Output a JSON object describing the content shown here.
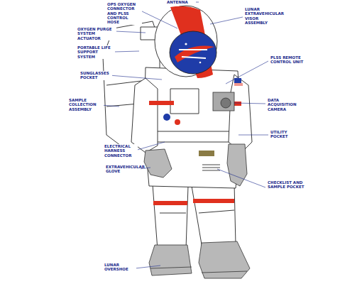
{
  "diagram": {
    "labels": [
      "ANTENNA",
      "OPS OXYGEN CONNECTOR AND PLSS CONTROL HOSE",
      "OXYGEN PURGE SYSTEM ACTUATOR",
      "PORTABLE LIFE SUPPORT SYSTEM",
      "SUNGLASSES POCKET",
      "SAMPLE COLLECTION ASSEMBLY",
      "ELECTRICAL HARNESS CONNECTOR",
      "EXTRAVEHICULAR GLOVE",
      "LUNAR OVERSHOE",
      "LUNAR EXTRAVEHICULAR VISOR ASSEMBLY",
      "PLSS REMOTE CONTROL UNIT",
      "DATA ACQUISITION CAMERA",
      "UTILITY POCKET",
      "CHECKLIST AND SAMPLE POCKET"
    ]
  }
}
